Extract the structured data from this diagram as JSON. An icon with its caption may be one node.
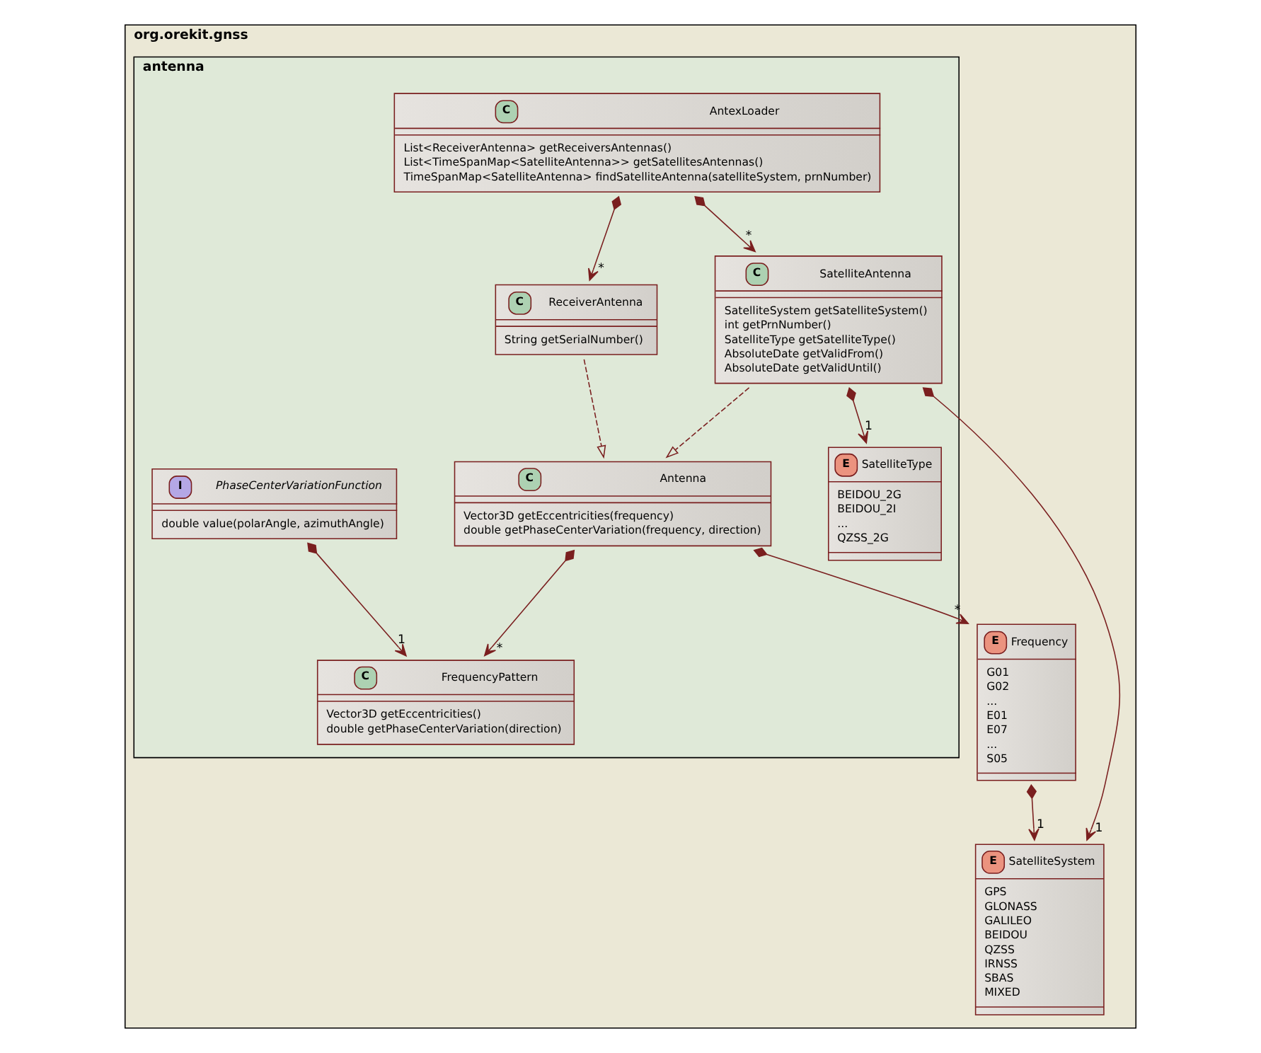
{
  "diagram": {
    "nodes": [
      {
        "text": [
          "org.orekit.gnss"
        ]
      },
      {
        "text": [
          "E",
          "SatelliteSystem",
          "GPS",
          "GLONASS",
          "GALILEO",
          "BEIDOU",
          "QZSS",
          "IRNSS",
          "SBAS",
          "MIXED"
        ],
        "in": 0
      },
      {
        "text": [
          "antenna"
        ],
        "in": 0
      },
      {
        "text": [
          "E",
          "SatelliteType",
          "BEIDOU_2G",
          "BEIDOU_2I",
          "...",
          "QZSS_2G"
        ],
        "in": 2
      },
      {
        "text": [
          "C",
          "AntexLoader",
          "List<ReceiverAntenna> getReceiversAntennas()",
          "List<TimeSpanMap<SatelliteAntenna>> getSatellitesAntennas()",
          "TimeSpanMap<SatelliteAntenna> findSatelliteAntenna(satelliteSystem, prnNumber)"
        ],
        "in": 2
      },
      {
        "text": [
          "C",
          "SatelliteAntenna",
          "SatelliteSystem getSatelliteSystem()",
          "int getPrnNumber()",
          "SatelliteType getSatelliteType()",
          "AbsoluteDate getValidFrom()",
          "AbsoluteDate getValidUntil()"
        ],
        "in": 2
      },
      {
        "text": [
          "C",
          "ReceiverAntenna",
          "String getSerialNumber()"
        ],
        "in": 2
      },
      {
        "text": [
          "E",
          "Frequency",
          "G01",
          "G02",
          "...",
          "E01",
          "E07",
          "...",
          "S05"
        ],
        "in": 0
      },
      {
        "text": [
          "C",
          "Antenna",
          "Vector3D getEccentricities(frequency)",
          "double getPhaseCenterVariation(frequency, direction)"
        ],
        "in": 2
      },
      {
        "text": [
          "C",
          "FrequencyPattern",
          "Vector3D getEccentricities()",
          "double getPhaseCenterVariation(direction)"
        ],
        "in": 2
      },
      {
        "text": [
          "I",
          "PhaseCenterVariationFunction",
          "double value(polarAngle, azimuthAngle)"
        ],
        "in": 2
      }
    ],
    "edges": [
      {
        "from": 5,
        "to": 1,
        "arrow": "to",
        "label": "1"
      },
      {
        "from": 5,
        "to": 3,
        "arrow": "to",
        "label": "1"
      },
      {
        "from": 4,
        "to": 5,
        "arrow": "to",
        "label": "*"
      },
      {
        "from": 4,
        "to": 6,
        "arrow": "to",
        "label": "*"
      },
      {
        "from": 7,
        "to": 1,
        "arrow": "to",
        "label": "1"
      },
      {
        "from": 5,
        "to": 8,
        "arrow": "to",
        "style": "dashed"
      },
      {
        "from": 6,
        "to": 8,
        "arrow": "to",
        "style": "dashed"
      },
      {
        "from": 8,
        "to": 7,
        "arrow": "to",
        "label": "*"
      },
      {
        "from": 8,
        "to": 9,
        "arrow": "to",
        "label": "*"
      },
      {
        "from": 10,
        "to": 9,
        "arrow": "to",
        "label": "1"
      }
    ]
  }
}
